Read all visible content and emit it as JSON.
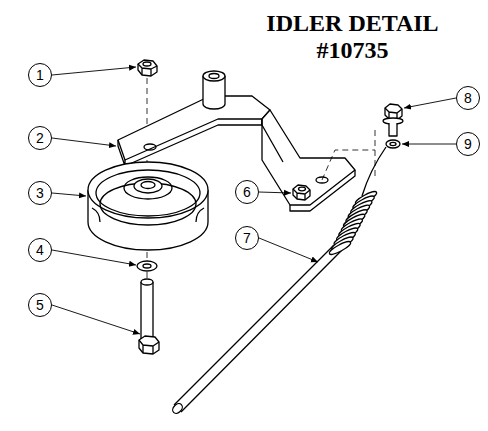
{
  "diagram": {
    "title": "IDLER DETAIL #10735",
    "nodes": [
      {
        "text": [
          "1"
        ]
      },
      {
        "text": [
          "2"
        ]
      },
      {
        "text": [
          "3"
        ]
      },
      {
        "text": [
          "4"
        ]
      },
      {
        "text": [
          "5"
        ]
      },
      {
        "text": [
          "6"
        ]
      },
      {
        "text": [
          "7"
        ]
      },
      {
        "text": [
          "8"
        ]
      },
      {
        "text": [
          "9"
        ]
      }
    ]
  }
}
